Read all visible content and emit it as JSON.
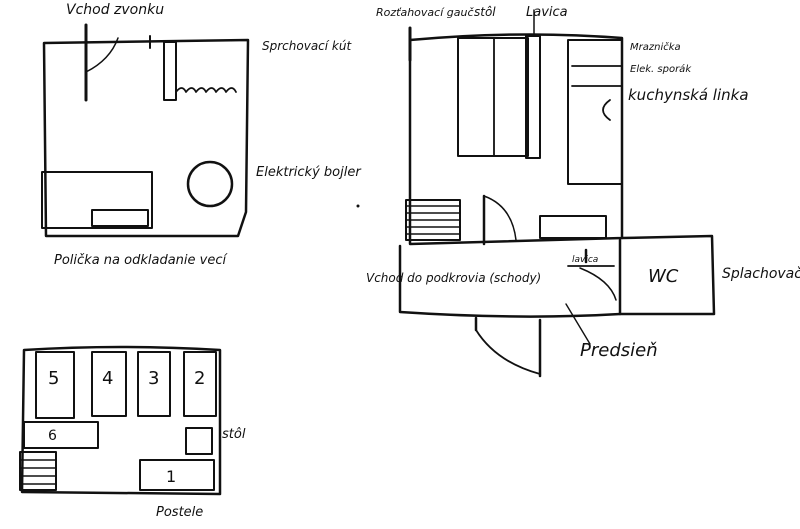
{
  "labels": {
    "vchod_zvonku": "Vchod zvonku",
    "sprchovaci_kut": "Sprchovací kút",
    "elektricky_bojler": "Elektrický bojler",
    "policka": "Polička na odkladanie vecí",
    "rozhlasovaci_gauc": "Rozťahovací gauč",
    "stol_top": "stôl",
    "lavica_top": "Lavica",
    "mraznicka": "Mraznička",
    "elektricky_sporak": "Elek. sporák",
    "kuchynska_linka": "kuchynská linka",
    "lavica_small": "lavica",
    "wc": "WC",
    "splachovac": "Splachovač",
    "vchod_podkrovia": "Vchod do podkrovia (schody)",
    "predsien": "Predsieň",
    "stol_beds": "stôl",
    "postele": "Postele"
  },
  "beds": [
    "5",
    "4",
    "3",
    "2",
    "6",
    "1"
  ]
}
